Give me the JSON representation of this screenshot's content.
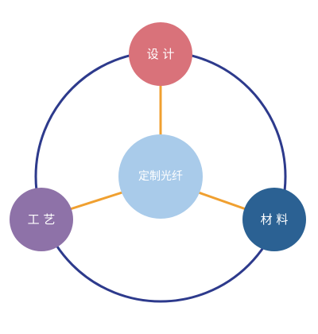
{
  "colors": {
    "outer_ring": "#2d3a8c",
    "connector": "#f0a030",
    "center": "#a9cbea",
    "top": "#d9727a",
    "left": "#8e72a8",
    "right": "#2b6193"
  },
  "nodes": {
    "center": {
      "label": "定制光纤"
    },
    "top": {
      "label": "设 计"
    },
    "left": {
      "label": "工 艺"
    },
    "right": {
      "label": "材 料"
    }
  }
}
